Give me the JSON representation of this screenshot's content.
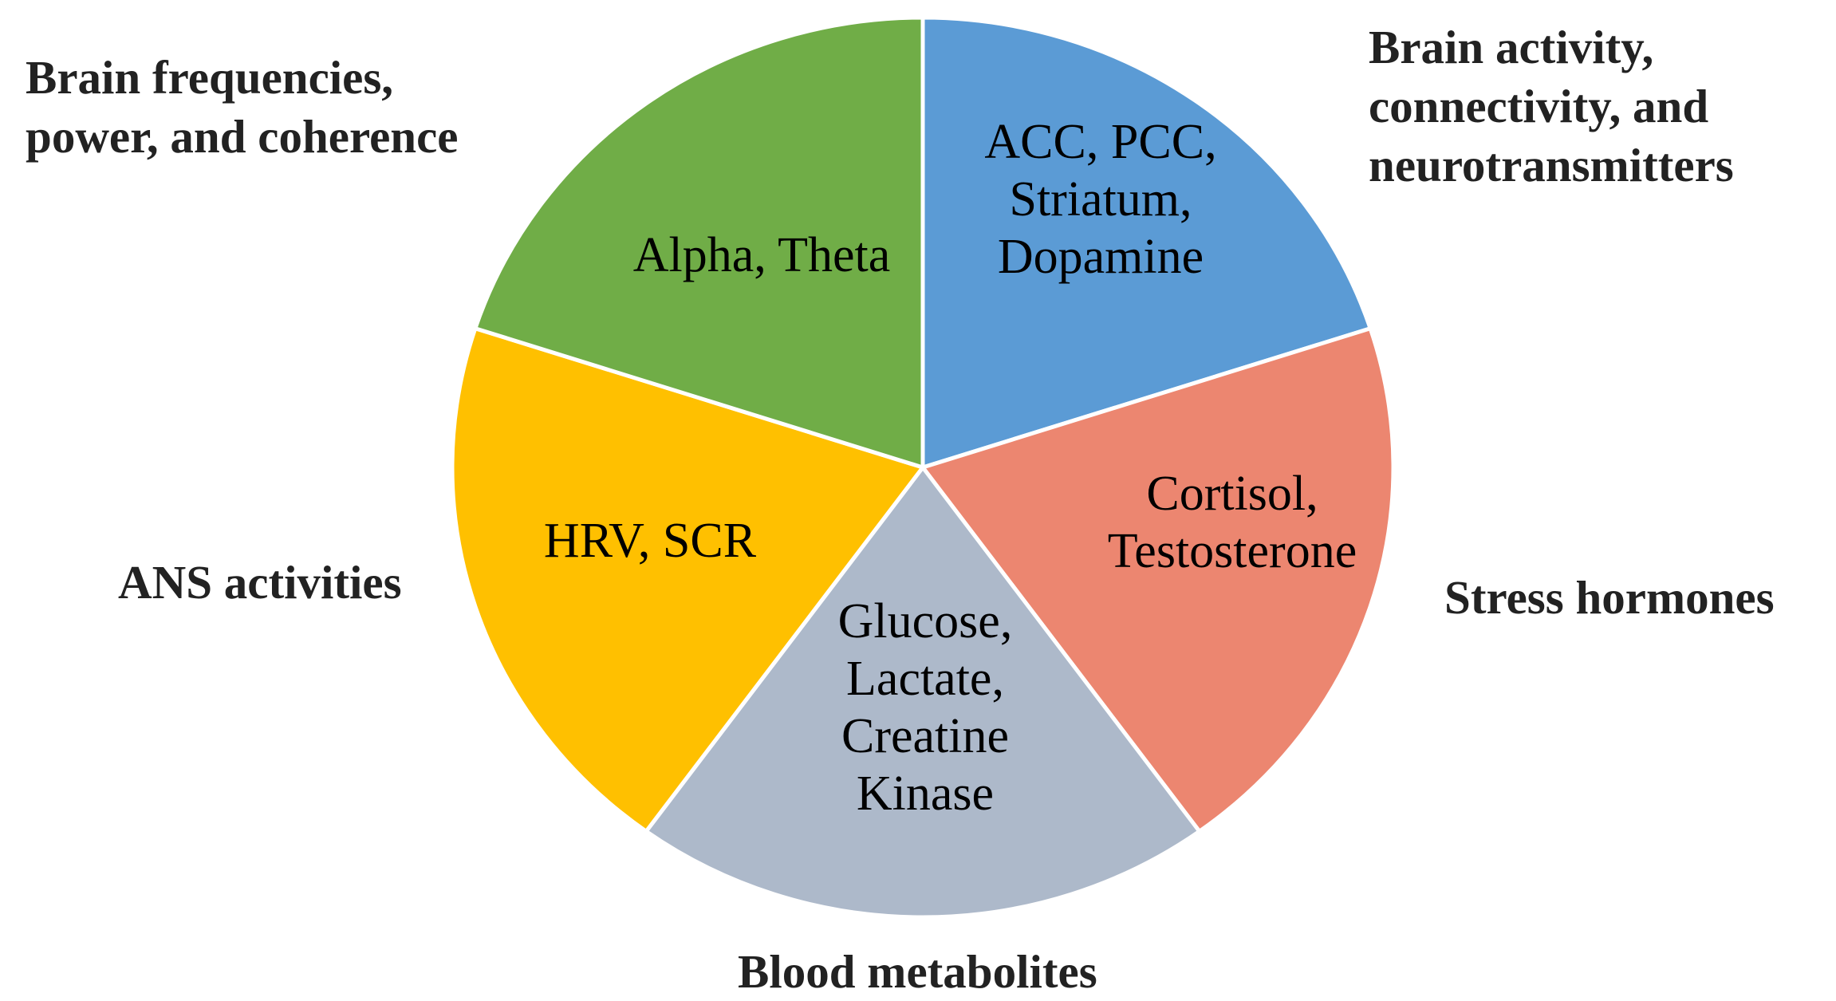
{
  "chart_data": {
    "type": "pie",
    "title": "",
    "start": "top",
    "direction": "clockwise",
    "slices": [
      {
        "category": "Brain activity, connectivity, and neurotransmitters",
        "category_lines": [
          "Brain activity,",
          "connectivity, and",
          "neurotransmitters"
        ],
        "label_lines": [
          "ACC, PCC,",
          "Striatum,",
          "Dopamine"
        ],
        "value": 1,
        "color": "#5B9BD5"
      },
      {
        "category": "Stress hormones",
        "category_lines": [
          "Stress hormones"
        ],
        "label_lines": [
          "Cortisol,",
          "Testosterone"
        ],
        "value": 1,
        "color": "#EC8670"
      },
      {
        "category": "Blood metabolites",
        "category_lines": [
          "Blood metabolites"
        ],
        "label_lines": [
          "Glucose,",
          "Lactate,",
          "Creatine",
          "Kinase"
        ],
        "value": 1,
        "color": "#ADB9CA"
      },
      {
        "category": "ANS activities",
        "category_lines": [
          "ANS activities"
        ],
        "label_lines": [
          "HRV, SCR"
        ],
        "value": 1,
        "color": "#FFC000"
      },
      {
        "category": "Brain frequencies, power, and coherence",
        "category_lines": [
          "Brain frequencies,",
          "power, and coherence"
        ],
        "label_lines": [
          "Alpha, Theta"
        ],
        "value": 1,
        "color": "#70AD47"
      }
    ],
    "legend": "none",
    "separator_color": "#FFFFFF"
  }
}
